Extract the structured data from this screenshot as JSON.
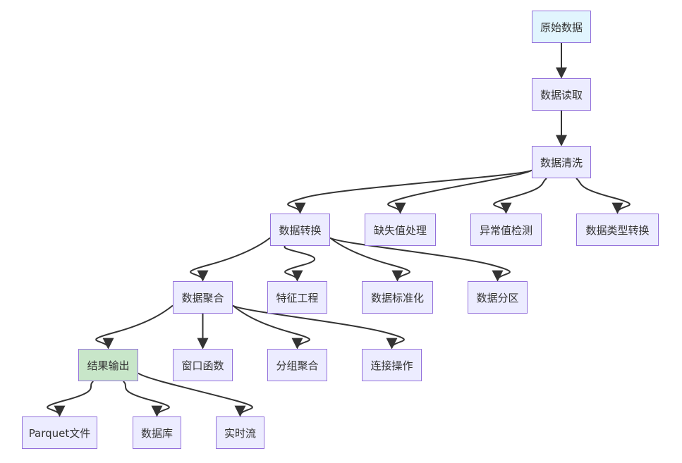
{
  "colors": {
    "node_fill": "#ECECFF",
    "node_border": "#9370DB",
    "source_fill": "#E1F5FE",
    "output_fill": "#C8E6C9",
    "edge": "#333333",
    "text": "#333333"
  },
  "nodes": [
    {
      "id": "raw",
      "label": "原始数据",
      "style": "source"
    },
    {
      "id": "read",
      "label": "数据读取"
    },
    {
      "id": "clean",
      "label": "数据清洗"
    },
    {
      "id": "transform",
      "label": "数据转换"
    },
    {
      "id": "missing",
      "label": "缺失值处理"
    },
    {
      "id": "outlier",
      "label": "异常值检测"
    },
    {
      "id": "typeconv",
      "label": "数据类型转换"
    },
    {
      "id": "aggregate",
      "label": "数据聚合"
    },
    {
      "id": "feature",
      "label": "特征工程"
    },
    {
      "id": "normalize",
      "label": "数据标准化"
    },
    {
      "id": "partition",
      "label": "数据分区"
    },
    {
      "id": "output",
      "label": "结果输出",
      "style": "output"
    },
    {
      "id": "window",
      "label": "窗口函数"
    },
    {
      "id": "groupagg",
      "label": "分组聚合"
    },
    {
      "id": "join",
      "label": "连接操作"
    },
    {
      "id": "parquet",
      "label": "Parquet文件"
    },
    {
      "id": "database",
      "label": "数据库"
    },
    {
      "id": "stream",
      "label": "实时流"
    }
  ],
  "edges": [
    [
      "raw",
      "read"
    ],
    [
      "read",
      "clean"
    ],
    [
      "clean",
      "transform"
    ],
    [
      "clean",
      "missing"
    ],
    [
      "clean",
      "outlier"
    ],
    [
      "clean",
      "typeconv"
    ],
    [
      "transform",
      "aggregate"
    ],
    [
      "transform",
      "feature"
    ],
    [
      "transform",
      "normalize"
    ],
    [
      "transform",
      "partition"
    ],
    [
      "aggregate",
      "output"
    ],
    [
      "aggregate",
      "window"
    ],
    [
      "aggregate",
      "groupagg"
    ],
    [
      "aggregate",
      "join"
    ],
    [
      "output",
      "parquet"
    ],
    [
      "output",
      "database"
    ],
    [
      "output",
      "stream"
    ]
  ]
}
